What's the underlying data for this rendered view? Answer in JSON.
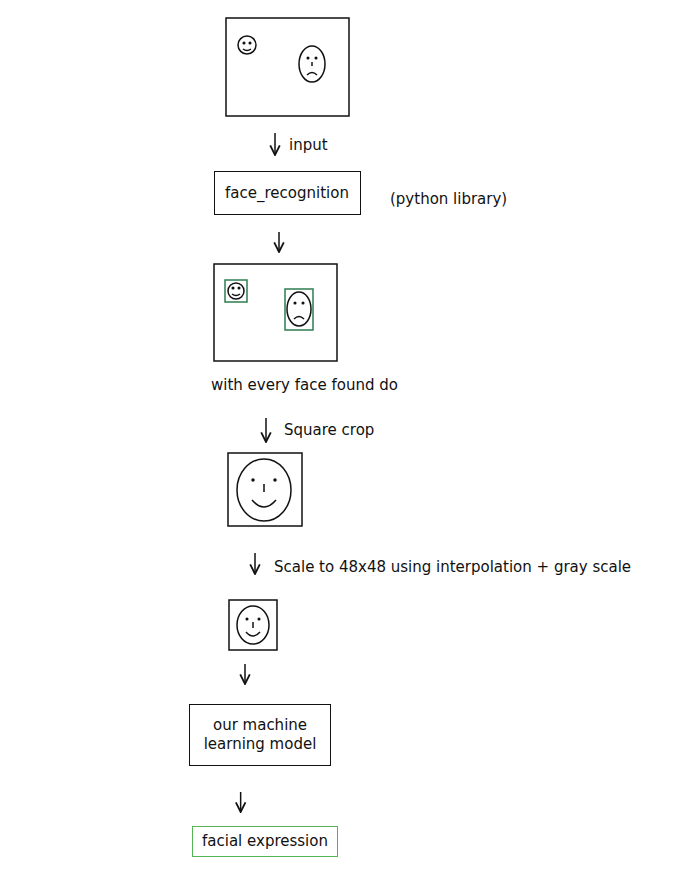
{
  "diagram": {
    "nodes": [
      {
        "text": [
          "face_recognition"
        ]
      },
      {
        "text": [
          "our machine learning model"
        ]
      },
      {
        "text": [
          "facial expression"
        ]
      }
    ],
    "edges": [
      {
        "from": 1,
        "to": 2,
        "arrow": "to"
      }
    ],
    "labels": [
      "input",
      "(python library)",
      "with every face found do",
      "Square crop",
      "Scale to 48x48 using interpolation + gray scale"
    ]
  }
}
